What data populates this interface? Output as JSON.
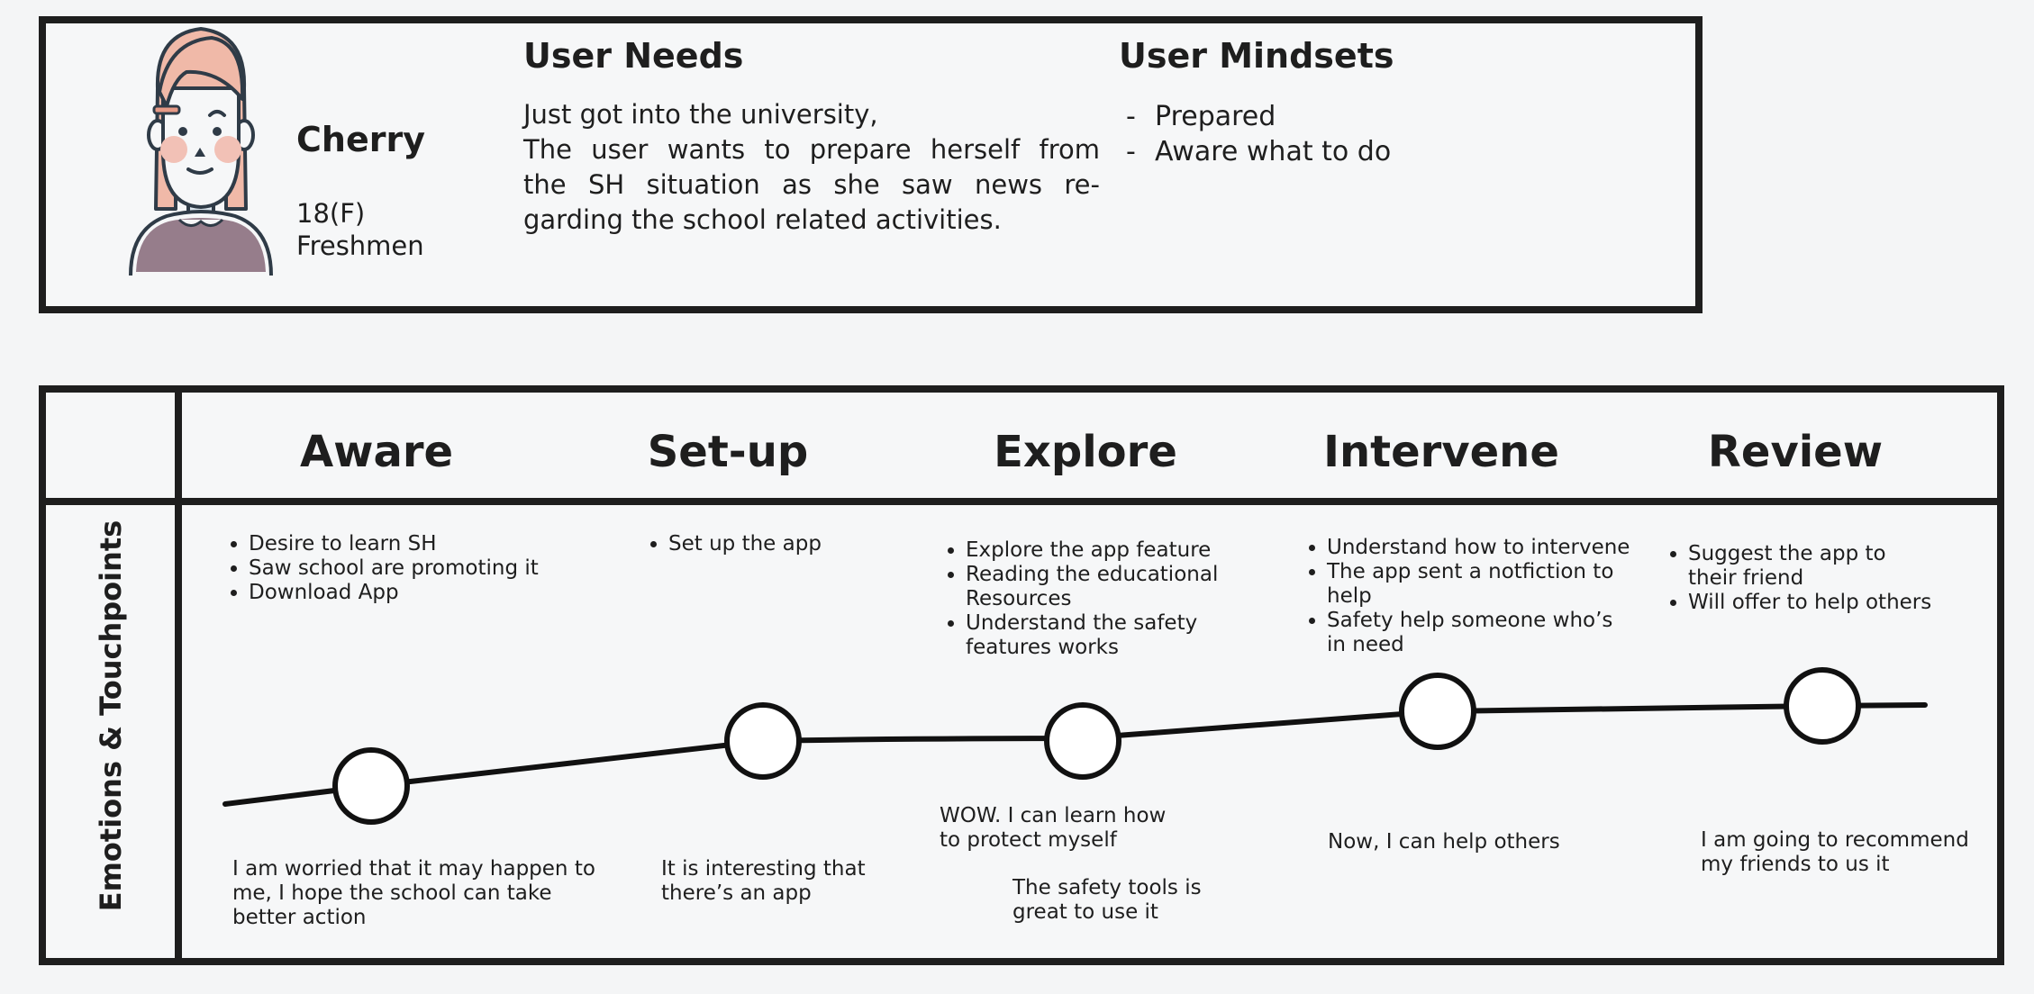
{
  "persona": {
    "name": "Cherry",
    "age": "18(F)",
    "role": "Freshmen",
    "needs": {
      "title": "User Needs",
      "lines": [
        "Just got into the university,",
        "The user wants to prepare herself from",
        "the SH situation as she saw news re-",
        "garding the school related activities."
      ]
    },
    "mindsets": {
      "title": "User Mindsets",
      "items": [
        "Prepared",
        "Aware what to do"
      ]
    }
  },
  "journey": {
    "side_label": "Emotions & Touchpoints",
    "phases": [
      {
        "name": "Aware",
        "touchpoints": [
          "Desire to learn SH",
          "Saw school are promoting it",
          "Download App"
        ],
        "quote_lines": [
          "I am worried that it may happen to",
          "me, I hope the school can take",
          "better action"
        ]
      },
      {
        "name": "Set-up",
        "touchpoints": [
          "Set up the app"
        ],
        "quote_lines": [
          "It is interesting that",
          "there’s an app"
        ]
      },
      {
        "name": "Explore",
        "touchpoints": [
          "Explore the app feature",
          "Reading the educational\nResources",
          "Understand the safety\nfeatures works"
        ],
        "quote_lines": [
          "WOW. I can learn how",
          "to protect myself"
        ],
        "quote2_lines": [
          "The safety tools is",
          "great to use it"
        ]
      },
      {
        "name": "Intervene",
        "touchpoints": [
          "Understand how to intervene",
          "The app sent a notfiction to\nhelp",
          "Safety help someone who’s\nin need"
        ],
        "quote_lines": [
          "Now, I can help others"
        ]
      },
      {
        "name": "Review",
        "touchpoints": [
          "Suggest the app to\ntheir friend",
          "Will offer to help others"
        ],
        "quote_lines": [
          "I am going to recommend",
          "my friends to us it"
        ]
      }
    ]
  },
  "colors": {
    "ink": "#1e1e1e",
    "paper": "#f6f7f8",
    "background": "#f4f5f6",
    "hair": "#f0b9a8",
    "cheek": "#f2c1b6",
    "sweater": "#8c6f7e"
  }
}
